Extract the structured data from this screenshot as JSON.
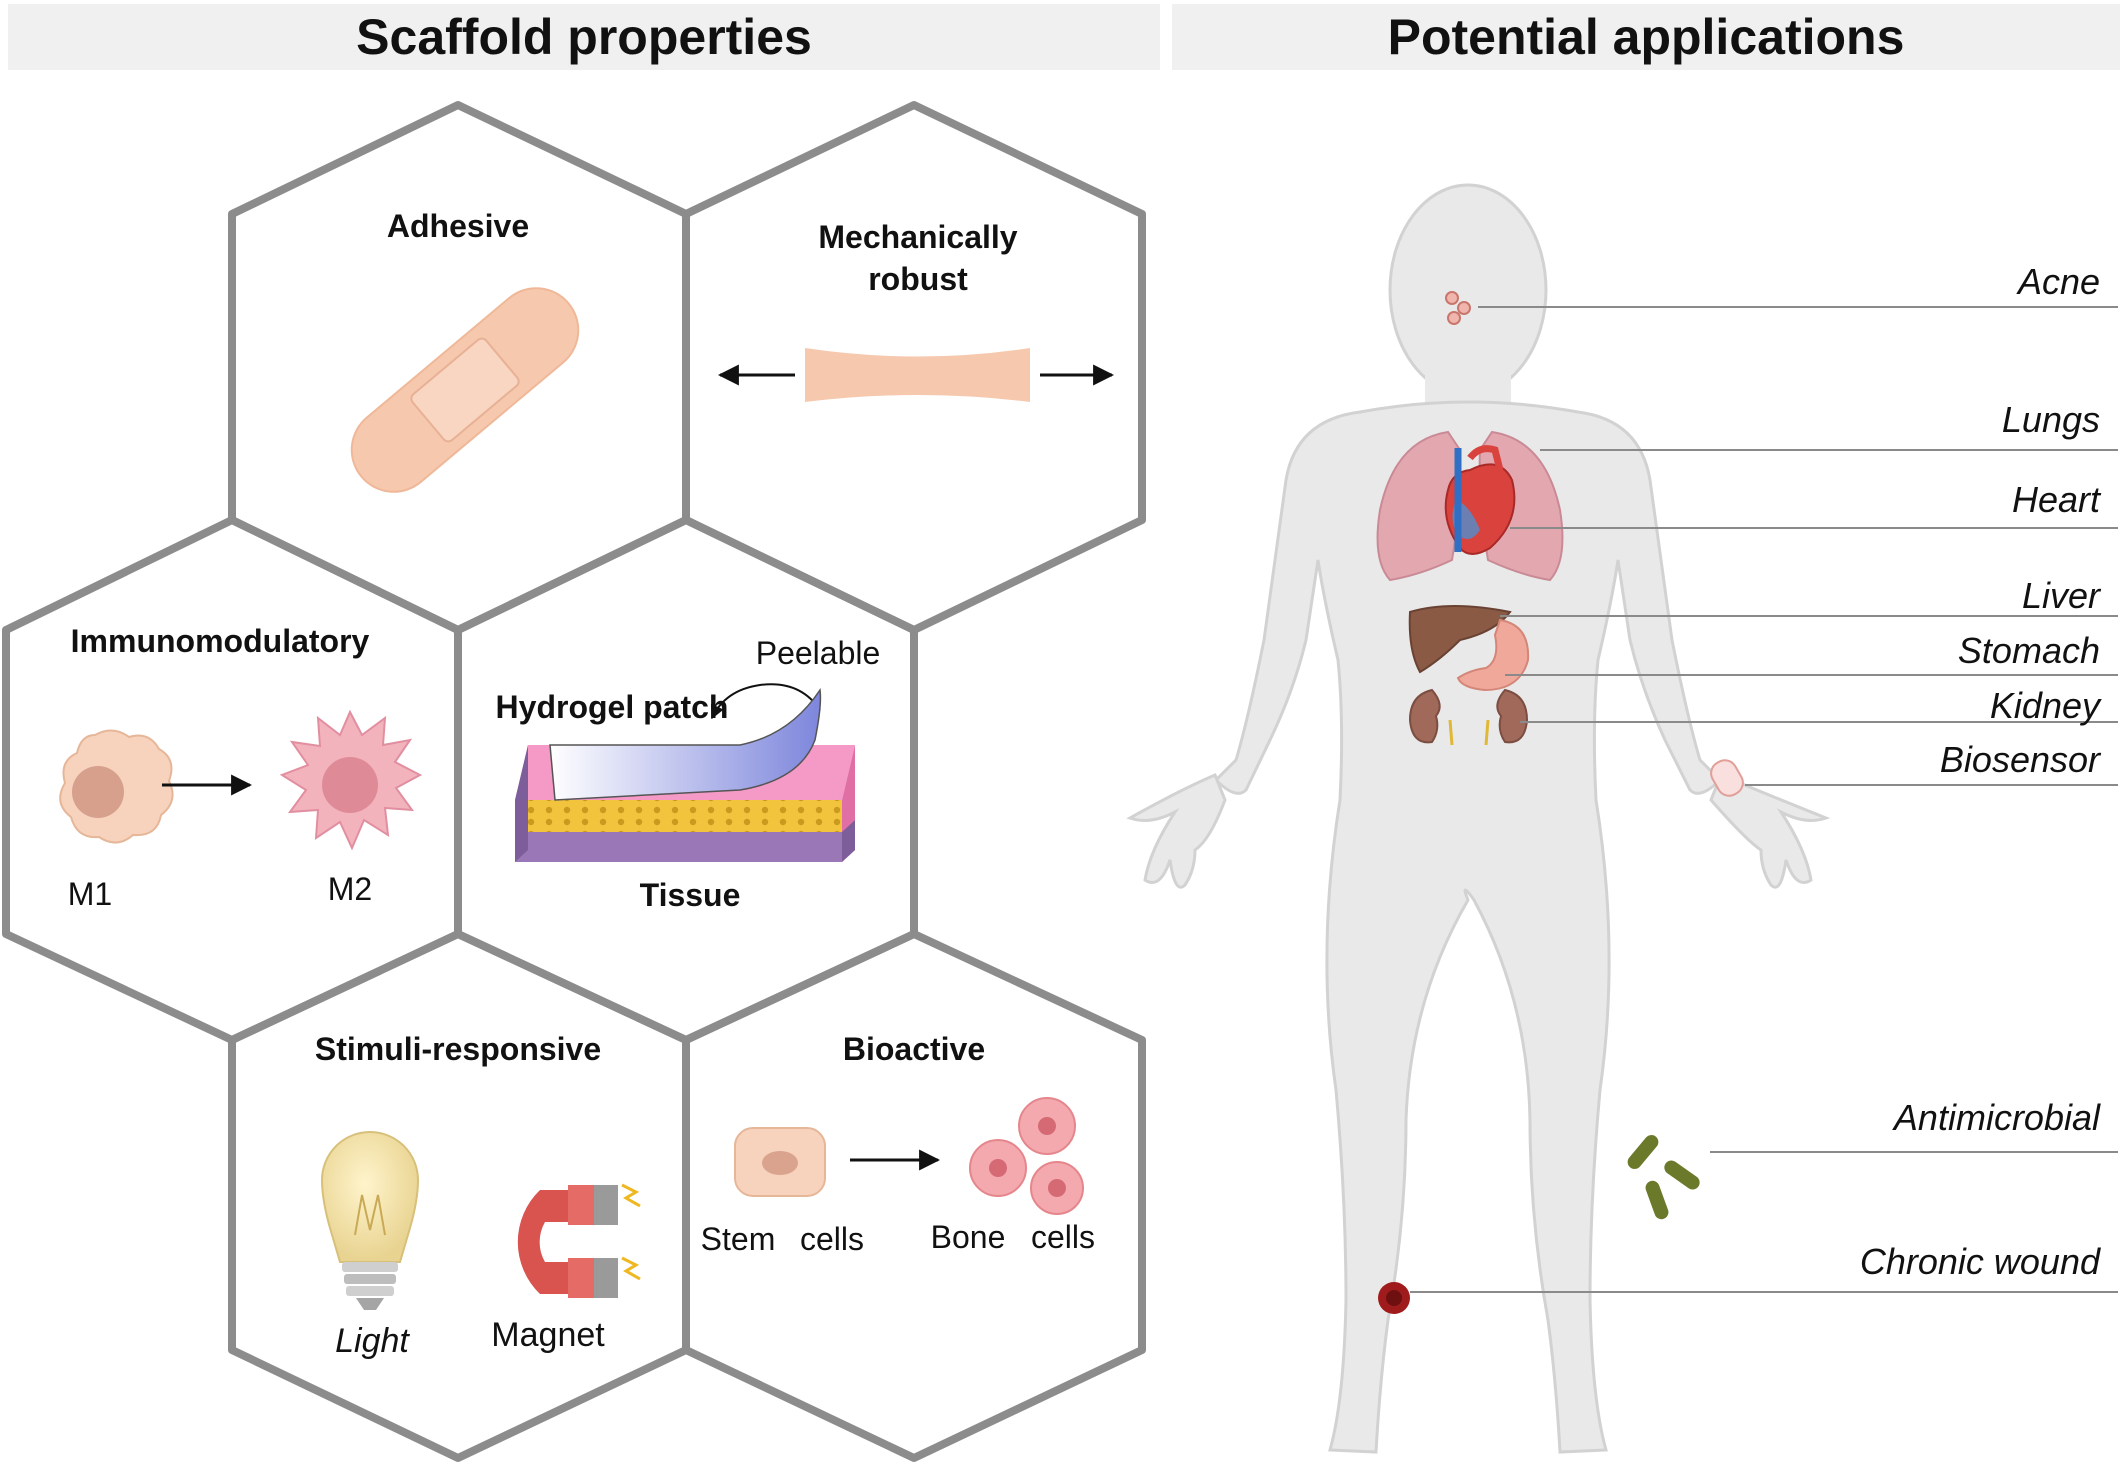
{
  "headers": {
    "left": "Scaffold properties",
    "right": "Potential applications"
  },
  "properties": {
    "adhesive": {
      "title": "Adhesive"
    },
    "mechanical": {
      "title_line1": "Mechanically",
      "title_line2": "robust"
    },
    "immuno": {
      "title": "Immunomodulatory",
      "m1": "M1",
      "m2": "M2"
    },
    "patch": {
      "peelable": "Peelable",
      "patch": "Hydrogel patch",
      "tissue": "Tissue"
    },
    "stimuli": {
      "title": "Stimuli-responsive",
      "light": "Light",
      "magnet": "Magnet"
    },
    "bioactive": {
      "title": "Bioactive",
      "stem": "Stem",
      "stem_cells": "cells",
      "bone": "Bone",
      "bone_cells": "cells"
    }
  },
  "applications": {
    "acne": "Acne",
    "lungs": "Lungs",
    "heart": "Heart",
    "liver": "Liver",
    "stomach": "Stomach",
    "kidney": "Kidney",
    "biosensor": "Biosensor",
    "antimicrobial": "Antimicrobial",
    "chronic_wound": "Chronic wound"
  },
  "colors": {
    "hex_border": "#8c8c8c",
    "header_bg": "#f0f0f0",
    "bandage": "#f6c8ad",
    "cell_m1": "#f7d3bd",
    "cell_m2": "#f3b3bd",
    "patch_blue": "#8e96e0",
    "tissue_pink": "#f07ab0",
    "tissue_purple": "#9a78b8",
    "body": "#e9e9e9",
    "bacteria": "#6b7a2a",
    "wound": "#a01c1c"
  }
}
